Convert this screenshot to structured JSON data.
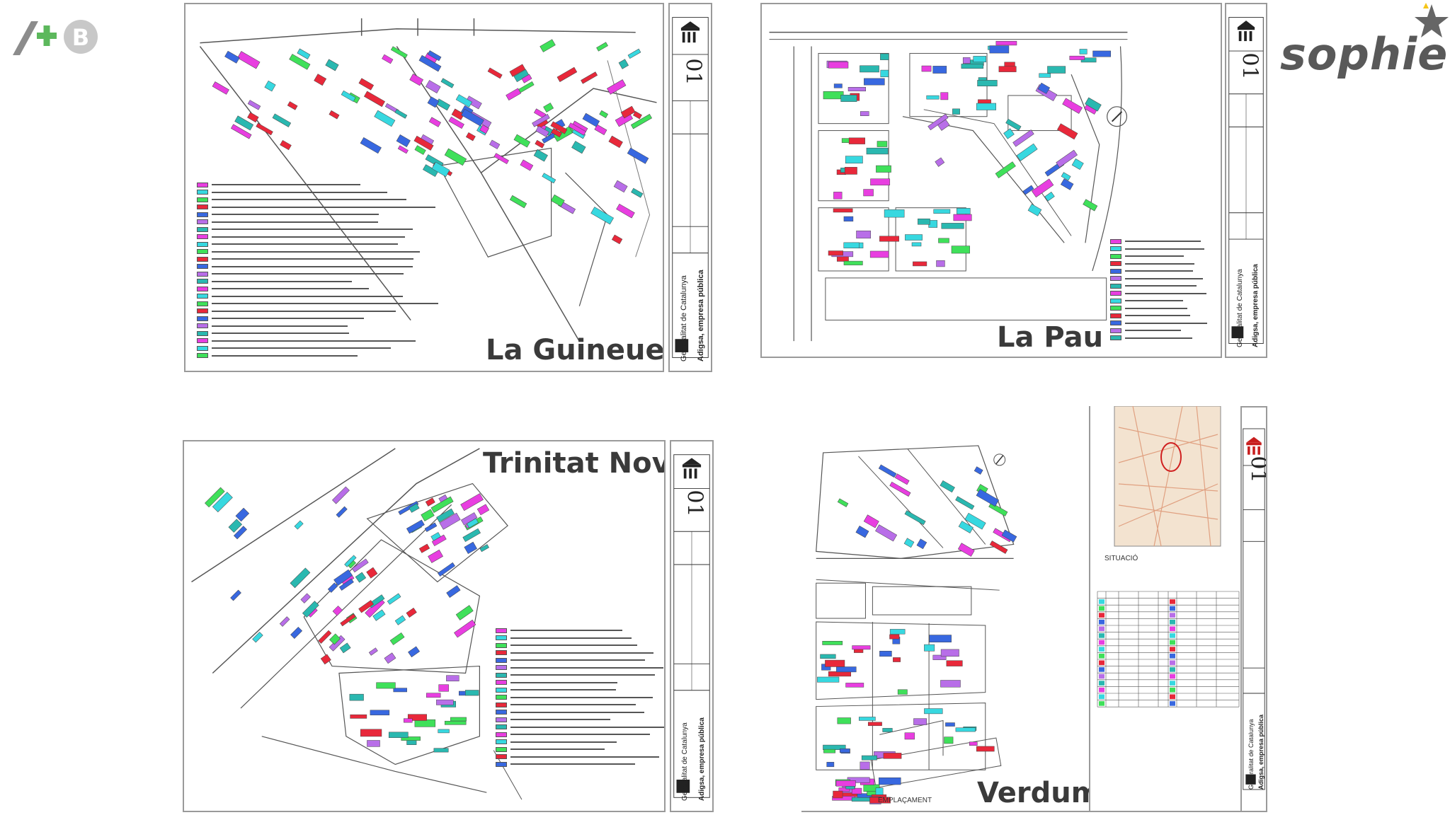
{
  "logos": {
    "left": {
      "text": "AB",
      "icon": "ab-logo-icon",
      "colors": {
        "slash": "#8c8c8c",
        "plus": "#5cb85c",
        "circle": "#bdbdbd"
      }
    },
    "right": {
      "text": "sophie",
      "icon": "star-icon",
      "colors": {
        "text": "#595959",
        "star_dark": "#666666",
        "star_light": "#f5c518"
      }
    }
  },
  "plans": [
    {
      "id": "guineueta",
      "title": "La Guineueta",
      "sheet_number": "01",
      "agency": "Generalitat de Catalunya",
      "company": "Adigsa, empresa pública"
    },
    {
      "id": "pau",
      "title": "La Pau",
      "sheet_number": "01",
      "agency": "Generalitat de Catalunya",
      "company": "Adigsa, empresa pública"
    },
    {
      "id": "trinitat",
      "title": "Trinitat Nova",
      "sheet_number": "01",
      "agency": "Generalitat de Catalunya",
      "company": "Adigsa, empresa pública"
    },
    {
      "id": "verdum",
      "title": "Verdum",
      "sheet_number": "01",
      "agency": "Generalitat de Catalunya",
      "company": "Adigsa, empresa pública",
      "situacio_label": "SITUACIÓ",
      "emplacament_label": "EMPLAÇAMENT"
    }
  ],
  "colors": {
    "magenta": "#e83ee0",
    "cyan": "#37d8e0",
    "green": "#3fe05a",
    "red": "#e8283a",
    "blue": "#3868e0",
    "purple": "#b86ee8",
    "teal": "#2ab8b0",
    "line": "#555555"
  }
}
